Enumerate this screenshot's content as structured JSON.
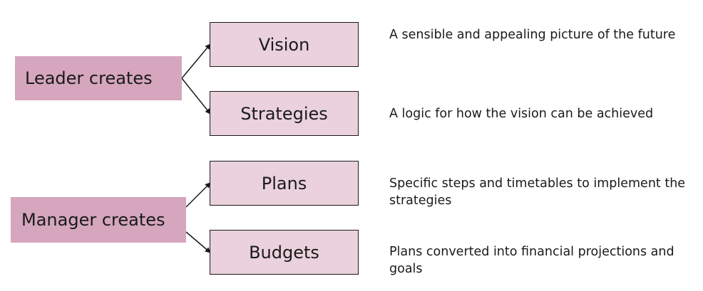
{
  "roles": {
    "leader": "Leader creates",
    "manager": "Manager creates"
  },
  "outputs": {
    "vision": "Vision",
    "strategies": "Strategies",
    "plans": "Plans",
    "budgets": "Budgets"
  },
  "descriptions": {
    "vision": "A sensible and appealing picture of the future",
    "strategies": "A logic for how the vision can be achieved",
    "plans": "Specific steps and timetables to implement the strategies",
    "budgets": "Plans converted into financial projections and goals"
  },
  "colors": {
    "role_fill": "#d5a6bd",
    "box_fill": "#ead1dc",
    "stroke": "#1a1a1a"
  }
}
